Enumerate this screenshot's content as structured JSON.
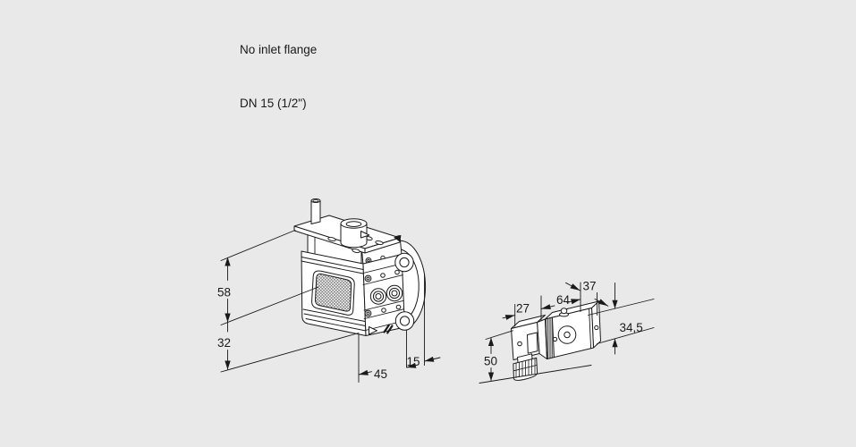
{
  "colors": {
    "background": "#e9e9e9",
    "line": "#1a1a1a",
    "fill": "#ffffff"
  },
  "title": {
    "line1": "No inlet flange",
    "line2": "DN 15 (1/2\")"
  },
  "main_drawing": {
    "description": "valve body isometric view with inlet mesh screen and outlet flange",
    "dim_height_upper": "58",
    "dim_height_lower": "32",
    "dim_width": "45",
    "dim_outlet": "15"
  },
  "side_drawing": {
    "description": "solenoid actuator side view with connection box and cable gland",
    "dim_box_width": "27",
    "dim_body_length": "64",
    "dim_depth": "37",
    "dim_body_height": "34,5",
    "dim_total_height": "50"
  }
}
